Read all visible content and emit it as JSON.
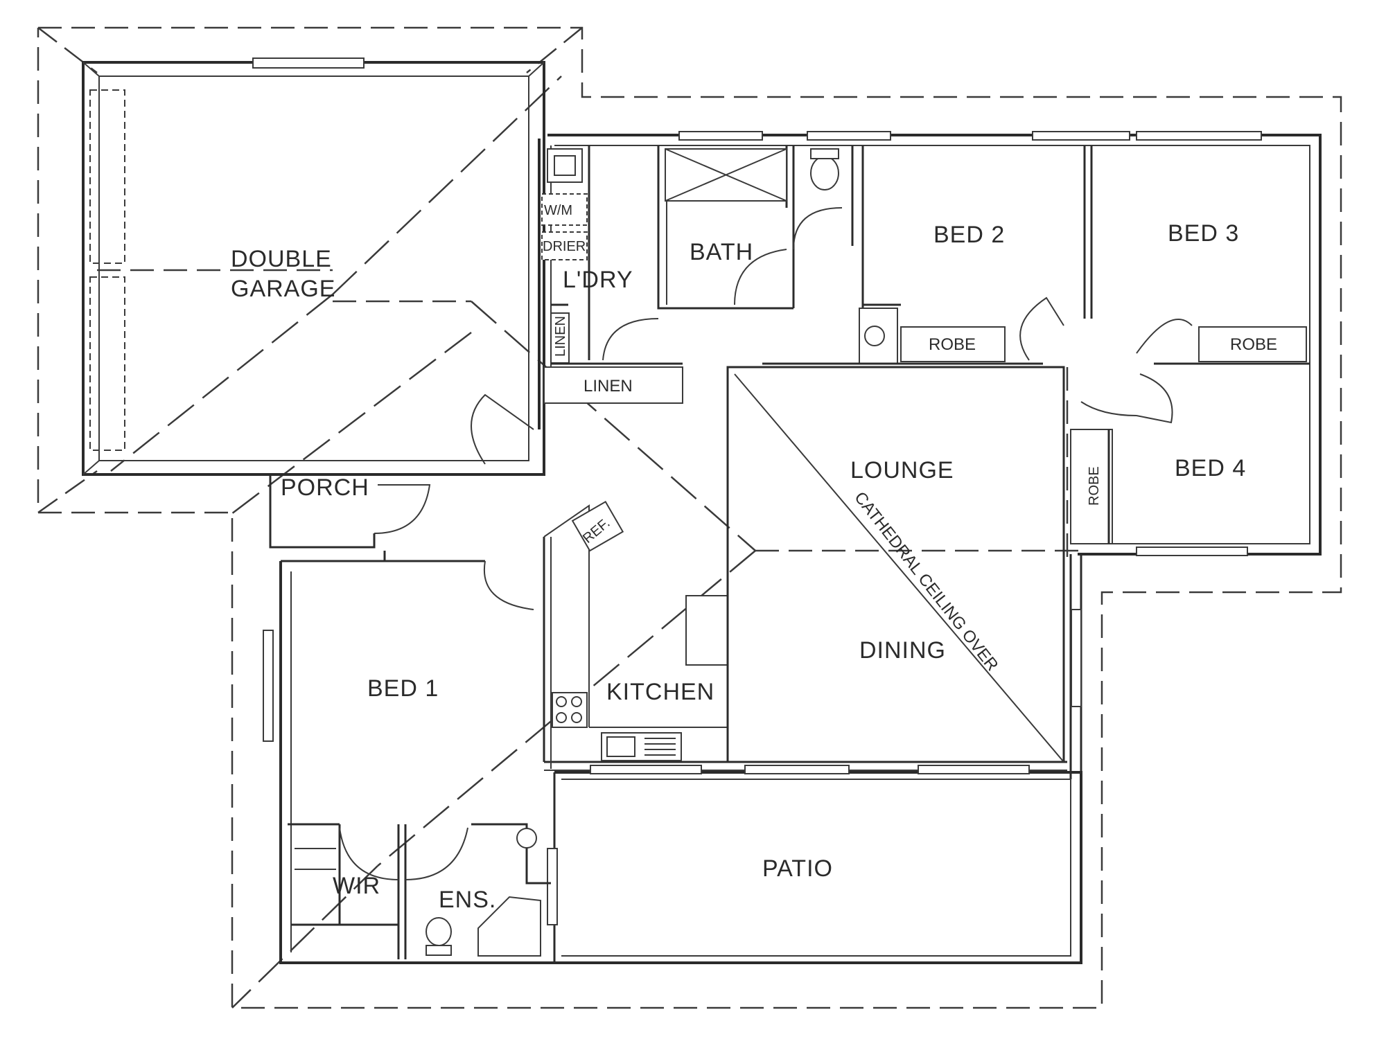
{
  "plan": {
    "rooms": {
      "double_garage_1": "DOUBLE",
      "double_garage_2": "GARAGE",
      "laundry": "L'DRY",
      "bath": "BATH",
      "bed2": "BED 2",
      "bed3": "BED 3",
      "bed4": "BED 4",
      "bed1": "BED 1",
      "lounge": "LOUNGE",
      "dining": "DINING",
      "kitchen": "KITCHEN",
      "porch": "PORCH",
      "patio": "PATIO",
      "wir": "WIR",
      "ensuite": "ENS."
    },
    "fixtures": {
      "washing_machine": "W/M",
      "drier": "DRIER",
      "linen_vertical": "LINEN",
      "linen_horizontal": "LINEN",
      "robe_bed2": "ROBE",
      "robe_bed3": "ROBE",
      "robe_bed4": "ROBE",
      "fridge": "REF."
    },
    "notes": {
      "cathedral": "CATHEDRAL CEILING OVER"
    }
  }
}
